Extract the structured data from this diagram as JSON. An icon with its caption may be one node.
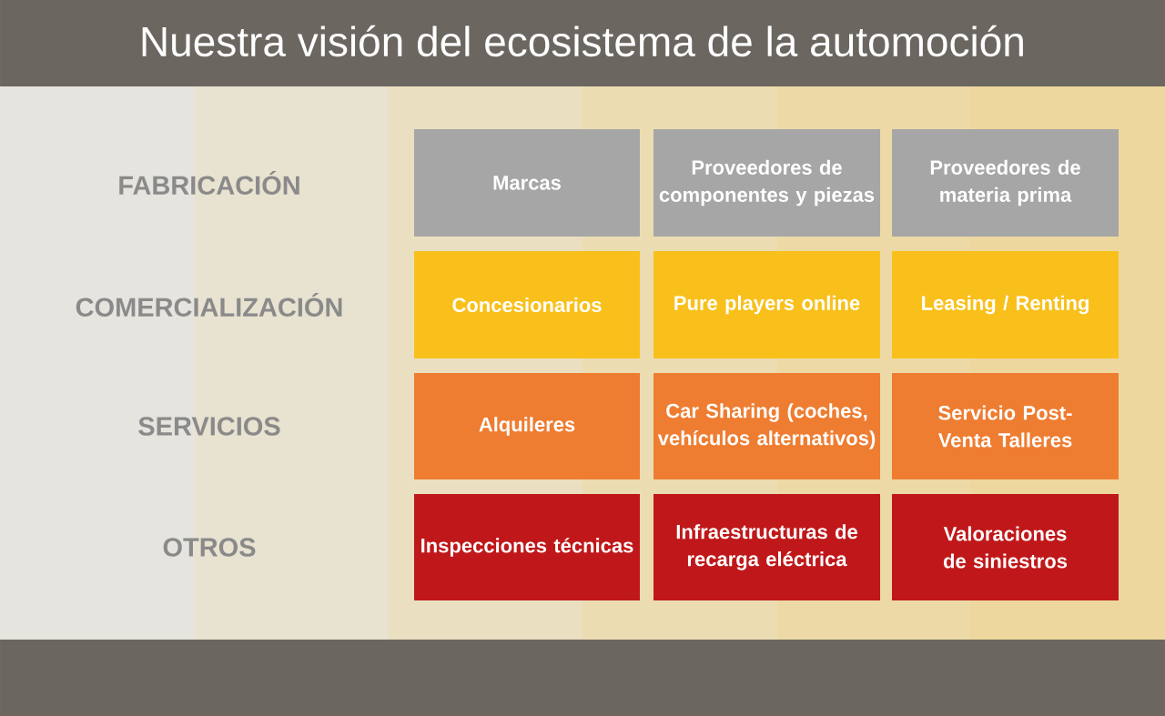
{
  "diagram": {
    "title": "Nuestra visión del ecosistema de la automoción",
    "nodes": [
      {
        "text": [
          "Marcas"
        ]
      },
      {
        "text": [
          "Proveedores de componentes y piezas"
        ]
      },
      {
        "text": [
          "Proveedores de materia prima"
        ]
      },
      {
        "text": [
          "Concesionarios"
        ]
      },
      {
        "text": [
          "Pure players online"
        ]
      },
      {
        "text": [
          "Leasing / Renting"
        ]
      },
      {
        "text": [
          "Alquileres"
        ]
      },
      {
        "text": [
          "Car Sharing (coches, vehículos alternativos)"
        ]
      },
      {
        "text": [
          "Servicio Post-Venta Talleres"
        ]
      },
      {
        "text": [
          "Inspecciones técnicas"
        ]
      },
      {
        "text": [
          "Infraestructuras de recarga eléctrica"
        ]
      },
      {
        "text": [
          "Valoraciones de siniestros"
        ]
      }
    ],
    "labels": [
      "FABRICACIÓN",
      "COMERCIALIZACIÓN",
      "SERVICIOS",
      "OTROS"
    ]
  }
}
